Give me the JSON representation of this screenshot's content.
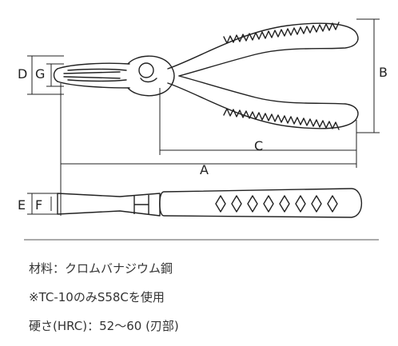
{
  "dimensions": {
    "a": "A",
    "b": "B",
    "c": "C",
    "d": "D",
    "e": "E",
    "f": "F",
    "g": "G"
  },
  "specs": [
    "材料：クロムバナジウム鋼",
    "※TC-10のみS58Cを使用",
    "硬さ(HRC)：52～60 (刃部)"
  ]
}
